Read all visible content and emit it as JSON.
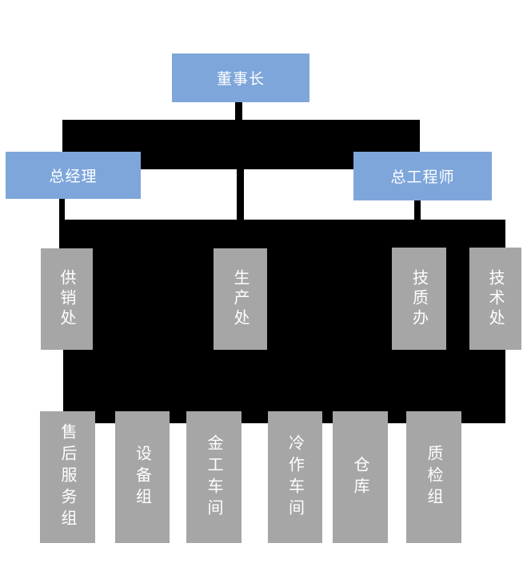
{
  "chart_type": "org-chart",
  "colors": {
    "node_blue": "#7EA6DB",
    "node_gray": "#A6A6A6",
    "connector": "#000000",
    "label_text": "#FFFFFF",
    "background": "#FFFFFF"
  },
  "org": {
    "level1": [
      {
        "label": "董事长"
      }
    ],
    "level2": [
      {
        "label": "总经理"
      },
      {
        "label": "总工程师"
      }
    ],
    "level3": [
      {
        "label": "供销处"
      },
      {
        "label": "生产处"
      },
      {
        "label": "技质办"
      },
      {
        "label": "技术处"
      }
    ],
    "level4": [
      {
        "label": "售后服务组"
      },
      {
        "label": "设备组"
      },
      {
        "label": "金工车间"
      },
      {
        "label": "冷作车间"
      },
      {
        "label": "仓库"
      },
      {
        "label": "质检组"
      }
    ]
  }
}
